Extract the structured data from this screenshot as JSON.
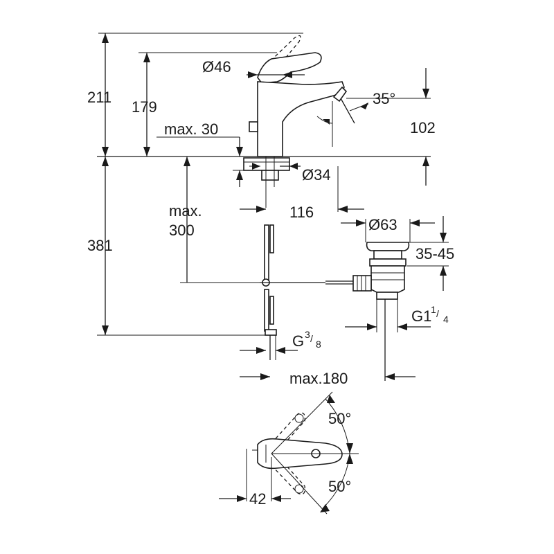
{
  "dimensions": {
    "height_total": "211",
    "height_spout": "179",
    "handle_diameter": "Ø46",
    "spout_angle": "35°",
    "spout_height": "102",
    "deck_thickness": "max. 30",
    "hole_diameter": "Ø34",
    "projection": "116",
    "below_max_line1": "max.",
    "below_max_line2": "300",
    "below_total": "381",
    "waste_diameter": "Ø63",
    "waste_range": "35-45",
    "waste_thread": "G1",
    "waste_thread_frac_num": "1",
    "waste_thread_frac_den": "4",
    "supply_thread": "G",
    "supply_thread_frac_num": "3",
    "supply_thread_frac_den": "8",
    "max_reach": "max.180",
    "lever_angle_top": "50°",
    "lever_angle_bottom": "50°",
    "lever_offset": "42"
  },
  "colors": {
    "ink": "#1a1a1a",
    "paper": "#ffffff"
  }
}
